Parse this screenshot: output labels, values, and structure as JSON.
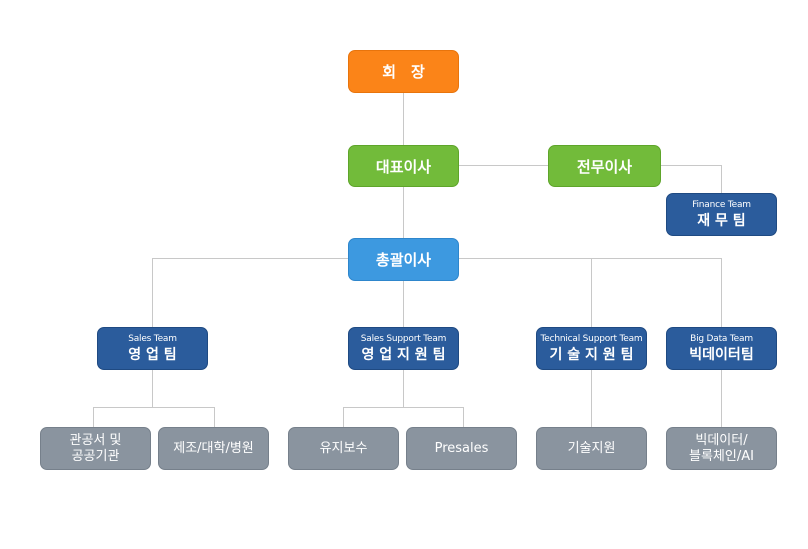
{
  "chairman": "회　장",
  "ceo": "대표이사",
  "managing_director": "전무이사",
  "general_director": "총괄이사",
  "finance": {
    "en": "Finance Team",
    "ko": "재 무 팀"
  },
  "teams": [
    {
      "en": "Sales Team",
      "ko": "영 업 팀"
    },
    {
      "en": "Sales Support Team",
      "ko": "영 업 지 원 팀"
    },
    {
      "en": "Technical Support Team",
      "ko": "기 술 지 원 팀"
    },
    {
      "en": "Big Data Team",
      "ko": "빅데이터팀"
    }
  ],
  "leaves": [
    {
      "line1": "관공서 및",
      "line2": "공공기관"
    },
    {
      "line1": "제조/대학/병원",
      "line2": ""
    },
    {
      "line1": "유지보수",
      "line2": ""
    },
    {
      "line1": "Presales",
      "line2": ""
    },
    {
      "line1": "기술지원",
      "line2": ""
    },
    {
      "line1": "빅데이터/",
      "line2": "블록체인/AI"
    }
  ],
  "colors": {
    "orange": "#fb8418",
    "green": "#72bb3a",
    "blue": "#3d99e0",
    "navy": "#2b5c9c",
    "gray": "#8a949f",
    "connector": "#c8c8c8"
  }
}
